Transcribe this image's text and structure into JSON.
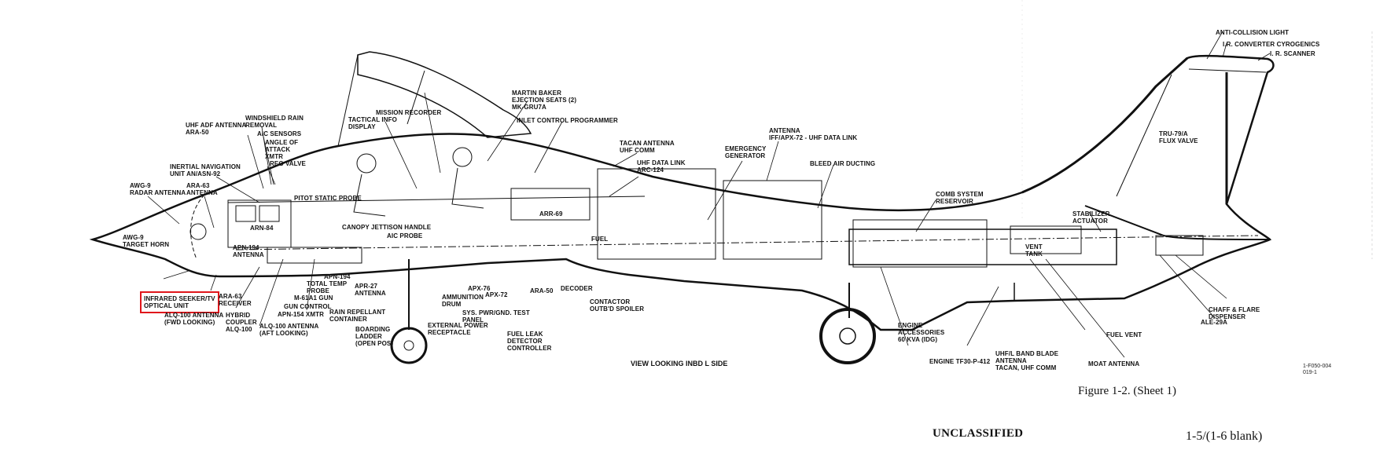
{
  "document": {
    "figure_caption": "Figure 1-2.  (Sheet 1)",
    "classification": "UNCLASSIFIED",
    "page_number": "1-5/(1-6 blank)",
    "drawing_code": "1-F050-004\n019-1",
    "view_label": "VIEW LOOKING INBD L SIDE",
    "highlight_color": "#e0161b"
  },
  "labels": {
    "uhf_adf": "UHF ADF ANTENNA\nARA-50",
    "windshield": "WINDSHIELD RAIN\nREMOVAL",
    "aic_sensors": "AIC SENSORS",
    "aoa": "ANGLE OF\nATTACK\nXMTR",
    "reg_valve": "REG VALVE",
    "ins": "INERTIAL NAVIGATION\nUNIT AN/ASN-92",
    "awg9_radar": "AWG-9\nRADAR ANTENNA",
    "ara63_ant": "ARA-63\nANTENNA",
    "awg9_horn": "AWG-9\nTARGET HORN",
    "arn84": "ARN-84",
    "apn194_ant": "APN-194\nANTENNA",
    "ir_seeker": "INFRARED SEEKER/TV\nOPTICAL UNIT",
    "alq100_fwd": "ALQ-100 ANTENNA\n(FWD LOOKING)",
    "ara63_rcv": "ARA-63\nRECEIVER",
    "hybrid": "HYBRID\nCOUPLER\nALQ-100",
    "alq100_aft": "ALQ-100 ANTENNA\n(AFT LOOKING)",
    "apn154": "APN-154 XMTR",
    "gun_control": "GUN CONTROL",
    "m61": "M-61A1 GUN",
    "total_temp": "TOTAL TEMP\nPROBE",
    "apn194": "APN-194",
    "apr27": "APR-27\nANTENNA",
    "rain_rep": "RAIN REPELLANT\nCONTAINER",
    "ladder": "BOARDING\nLADDER\n(OPEN POS)",
    "pitot": "PITOT STATIC PROBE",
    "canopy_jett": "CANOPY JETTISON HANDLE",
    "aic_probe": "AIC PROBE",
    "tactical": "TACTICAL INFO\nDISPLAY",
    "mission_rec": "MISSION RECORDER",
    "martin_baker": "MARTIN BAKER\nEJECTION SEATS (2)\nMK-GRU7A",
    "inlet_ctrl": "INLET CONTROL PROGRAMMER",
    "tacan": "TACAN ANTENNA\nUHF COMM",
    "uhf_data": "UHF DATA LINK\nARC-124",
    "arr69": "ARR-69",
    "fuel": "FUEL",
    "ammo": "AMMUNITION\nDRUM",
    "apx76": "APX-76",
    "apx72": "APX-72",
    "ext_power": "EXTERNAL POWER\nRECEPTACLE",
    "sys_pwr": "SYS. PWR/GND. TEST\nPANEL",
    "fuel_leak": "FUEL LEAK\nDETECTOR\nCONTROLLER",
    "ara50": "ARA-50",
    "decoder": "DECODER",
    "contactor": "CONTACTOR\nOUTB'D SPOILER",
    "emerg_gen": "EMERGENCY\nGENERATOR",
    "antenna_iff": "ANTENNA\nIFF/APX-72 - UHF DATA LINK",
    "bleed_air": "BLEED AIR DUCTING",
    "comb_sys": "COMB SYSTEM\nRESERVOIR",
    "vent_tank": "VENT\nTANK",
    "stab_act": "STABILIZER\nACTUATOR",
    "eng_acc": "ENGINE\nACCESSORIES\n60 KVA (IDG)",
    "engine": "ENGINE TF30-P-412",
    "uhf_blade": "UHF/L BAND BLADE\nANTENNA\nTACAN, UHF COMM",
    "fuel_vent": "FUEL VENT",
    "moat": "MOAT ANTENNA",
    "ale29": "ALE-29A",
    "chaff": "CHAFF & FLARE\nDISPENSER",
    "tru79": "TRU-79/A\nFLUX VALVE",
    "anti_coll": "ANTI-COLLISION LIGHT",
    "ir_conv": "I.R. CONVERTER CYROGENICS",
    "ir_scan": "I. R. SCANNER"
  }
}
